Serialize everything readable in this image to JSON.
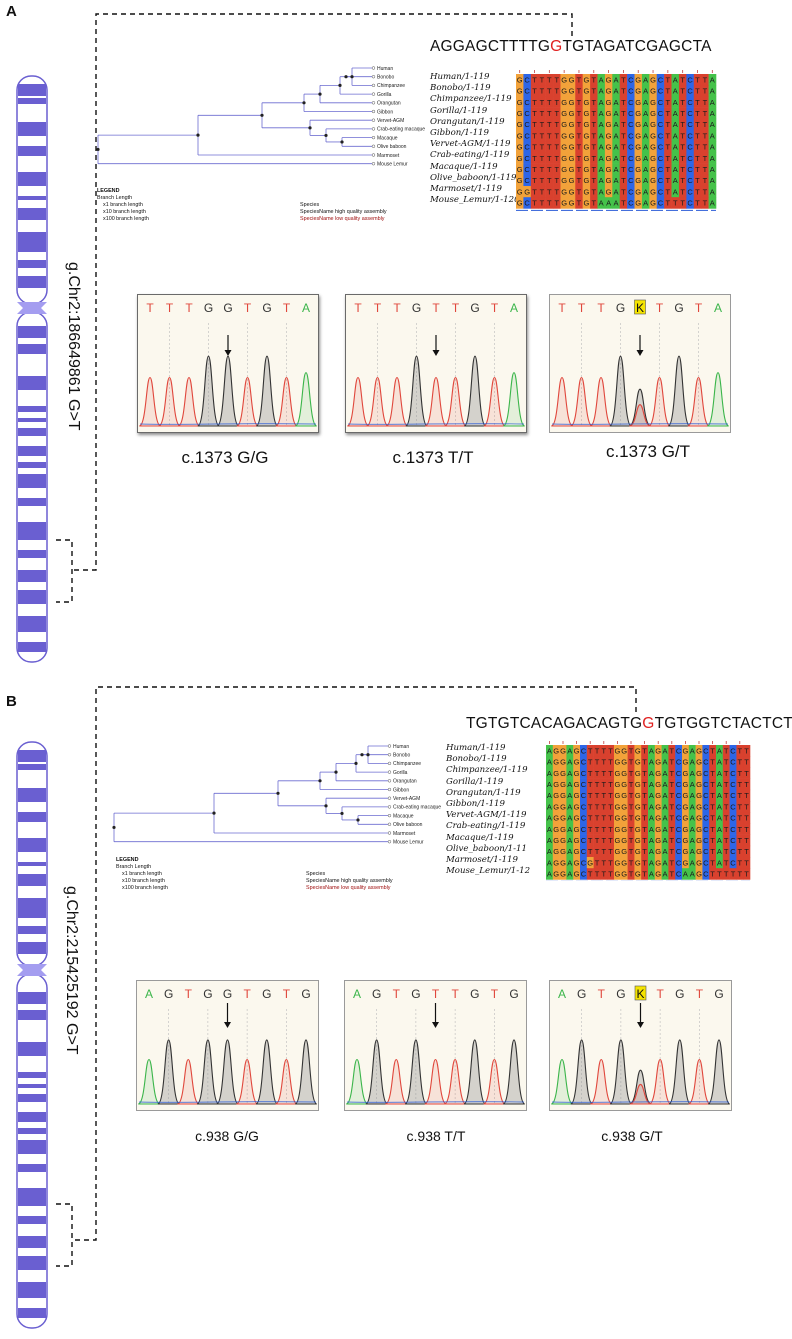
{
  "panels": [
    {
      "letter": "A",
      "sequence_prefix": "AGGAGCTTTTG",
      "sequence_mut": "G",
      "sequence_suffix": "TGTAGATCGAGCTA",
      "chromosome_label": "g.Chr2:186649861 G>T",
      "species": [
        "Human/1-119",
        "Bonobo/1-119",
        "Chimpanzee/1-119",
        "Gorilla/1-119",
        "Orangutan/1-119",
        "Gibbon/1-119",
        "Vervet-AGM/1-119",
        "Crab-eating/1-119",
        "Macaque/1-119",
        "Olive_baboon/1-119",
        "Marmoset/1-119",
        "Mouse_Lemur/1-120"
      ],
      "tree_leaves": [
        "Human",
        "Bonobo",
        "Chimpanzee",
        "Gorilla",
        "Orangutan",
        "Gibbon",
        "Vervet-AGM",
        "Crab-eating macaque",
        "Macaque",
        "Olive baboon",
        "Marmoset",
        "Mouse Lemur"
      ],
      "legend": {
        "heading": "LEGEND",
        "branch_title": "Branch Length",
        "branch_items": [
          "x1 branch length",
          "x10 branch length",
          "x100 branch length"
        ],
        "species_title": "Species",
        "species_items": [
          "SpeciesName  high quality assembly",
          "SpeciesName  low quality assembly"
        ]
      },
      "chromatograms": [
        {
          "bases": [
            "T",
            "T",
            "T",
            "G",
            "G",
            "T",
            "G",
            "T",
            "A"
          ],
          "caption": "c.1373 G/G"
        },
        {
          "bases": [
            "T",
            "T",
            "T",
            "G",
            "T",
            "T",
            "G",
            "T",
            "A"
          ],
          "caption": "c.1373 T/T"
        },
        {
          "bases": [
            "T",
            "T",
            "T",
            "G",
            "K",
            "T",
            "G",
            "T",
            "A"
          ],
          "caption": "c.1373 G/T"
        }
      ]
    },
    {
      "letter": "B",
      "sequence_prefix": "TGTGTCACAGACAGTG",
      "sequence_mut": "G",
      "sequence_suffix": "TGTGGTCTACTCTGT",
      "chromosome_label": "g.Chr2:215425192 G>T",
      "species": [
        "Human/1-119",
        "Bonobo/1-119",
        "Chimpanzee/1-119",
        "Gorilla/1-119",
        "Orangutan/1-119",
        "Gibbon/1-119",
        "Vervet-AGM/1-119",
        "Crab-eating/1-119",
        "Macaque/1-119",
        "Olive_baboon/1-11",
        "Marmoset/1-119",
        "Mouse_Lemur/1-12"
      ],
      "tree_leaves": [
        "Human",
        "Bonobo",
        "Chimpanzee",
        "Gorilla",
        "Orangutan",
        "Gibbon",
        "Vervet-AGM",
        "Crab-eating macaque",
        "Macaque",
        "Olive baboon",
        "Marmoset",
        "Mouse Lemur"
      ],
      "legend": {
        "heading": "LEGEND",
        "branch_title": "Branch Length",
        "branch_items": [
          "x1 branch length",
          "x10 branch length",
          "x100 branch length"
        ],
        "species_title": "Species",
        "species_items": [
          "SpeciesName  high quality assembly",
          "SpeciesName  low quality assembly"
        ]
      },
      "chromatograms": [
        {
          "bases": [
            "A",
            "G",
            "T",
            "G",
            "G",
            "T",
            "G",
            "T",
            "G"
          ],
          "caption": "c.938 G/G"
        },
        {
          "bases": [
            "A",
            "G",
            "T",
            "G",
            "T",
            "T",
            "G",
            "T",
            "G"
          ],
          "caption": "c.938 T/T"
        },
        {
          "bases": [
            "A",
            "G",
            "T",
            "G",
            "K",
            "T",
            "G",
            "T",
            "G"
          ],
          "caption": "c.938 G/T"
        }
      ]
    }
  ],
  "colors": {
    "chromosome": "#6a5fd1",
    "chromosome_centromere": "#a49df0",
    "base_A": "#3bb54a",
    "base_C": "#2a5bd7",
    "base_G": "#333333",
    "base_T": "#e0473c",
    "mutation": "#e02020",
    "heterozygous_highlight": "#f5e400",
    "msa_A": "#45c24a",
    "msa_C": "#2d66e8",
    "msa_G": "#f2a23a",
    "msa_T": "#d9412e"
  }
}
